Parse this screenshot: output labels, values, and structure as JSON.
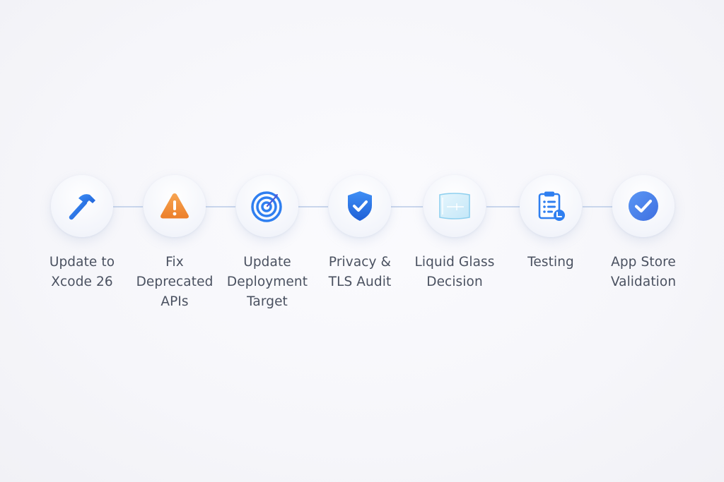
{
  "colors": {
    "accent": "#2f7ff0",
    "warning": "#f0913a",
    "text": "#4a5160",
    "connector": "#c9d6ec"
  },
  "steps": [
    {
      "icon": "hammer-icon",
      "line1": "Update to",
      "line2": "Xcode 26",
      "line3": ""
    },
    {
      "icon": "warning-icon",
      "line1": "Fix",
      "line2": "Deprecated",
      "line3": "APIs"
    },
    {
      "icon": "target-icon",
      "line1": "Update",
      "line2": "Deployment",
      "line3": "Target"
    },
    {
      "icon": "shield-check-icon",
      "line1": "Privacy &",
      "line2": "TLS Audit",
      "line3": ""
    },
    {
      "icon": "glass-panel-icon",
      "line1": "Liquid Glass",
      "line2": "Decision",
      "line3": ""
    },
    {
      "icon": "clipboard-icon",
      "line1": "Testing",
      "line2": "",
      "line3": ""
    },
    {
      "icon": "checkmark-badge-icon",
      "line1": "App Store",
      "line2": "Validation",
      "line3": ""
    }
  ]
}
